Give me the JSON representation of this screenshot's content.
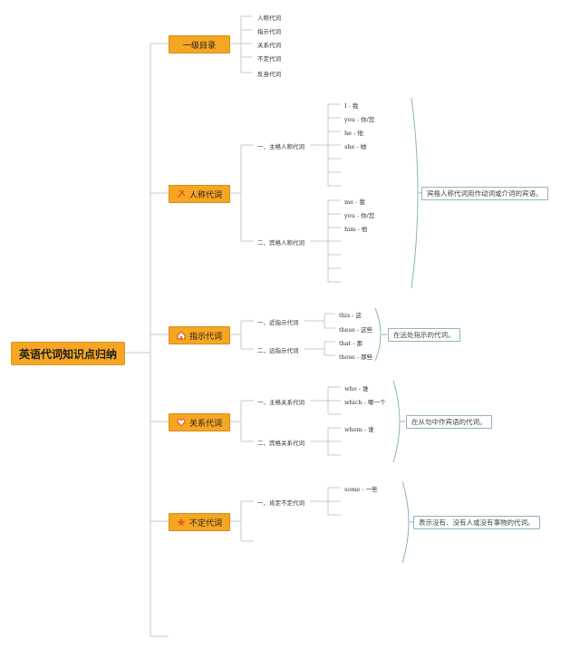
{
  "root": {
    "label": "英语代词知识点归纳"
  },
  "categories": [
    {
      "label": "一级目录",
      "icon": "none"
    },
    {
      "label": "人称代词",
      "icon": "tools-icon"
    },
    {
      "label": "指示代词",
      "icon": "home-icon"
    },
    {
      "label": "关系代词",
      "icon": "heart-icon"
    },
    {
      "label": "不定代词",
      "icon": "star-icon"
    }
  ],
  "toc": [
    "人称代词",
    "指示代词",
    "关系代词",
    "不定代词",
    "反身代词"
  ],
  "personal": {
    "sub1": "一、主格人称代词",
    "sub1_items": [
      "I - 我",
      "you - 你/您",
      "he - 他",
      "she - 她"
    ],
    "sub2": "二、宾格人称代词",
    "sub2_items": [
      "me - 我",
      "you - 你/您",
      "him - 他"
    ],
    "note": "宾格人称代词用作动词或介词的宾语。"
  },
  "demonstrative": {
    "sub1": "一、近指示代词",
    "sub1_items": [
      "this - 这",
      "these - 这些"
    ],
    "sub2": "二、远指示代词",
    "sub2_items": [
      "that - 那",
      "those - 那些"
    ],
    "note": "在远处指示的代词。"
  },
  "relative": {
    "sub1": "一、主格关系代词",
    "sub1_items": [
      "who - 谁",
      "which - 哪一个"
    ],
    "sub2": "二、宾格关系代词",
    "sub2_items": [
      "whom - 谁"
    ],
    "note": "在从句中作宾语的代词。"
  },
  "indefinite": {
    "sub1": "一、肯定不定代词",
    "sub1_items": [
      "some - 一些"
    ],
    "note": "表示没有、没有人或没有事物的代词。"
  },
  "colors": {
    "node": "#f5a623",
    "line": "#c8c8c8",
    "bracket": "#8fb2c0",
    "icon": "#e05a1e"
  }
}
